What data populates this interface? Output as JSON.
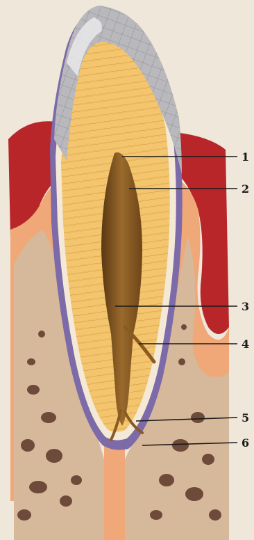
{
  "labels": [
    {
      "id": "1",
      "text": "1"
    },
    {
      "id": "2",
      "text": "2"
    },
    {
      "id": "3",
      "text": "3"
    },
    {
      "id": "4",
      "text": "4"
    },
    {
      "id": "5",
      "text": "5"
    },
    {
      "id": "6",
      "text": "6"
    }
  ],
  "colors": {
    "background": "#efe7d9",
    "enamel": "#b9b9bd",
    "dentin": "#f2c56e",
    "pulp": "#8a5a22",
    "cementum": "#7d6aa8",
    "gingiva": "#b8262a",
    "bone": "#d6b89a",
    "periodontium": "#f0a878"
  }
}
